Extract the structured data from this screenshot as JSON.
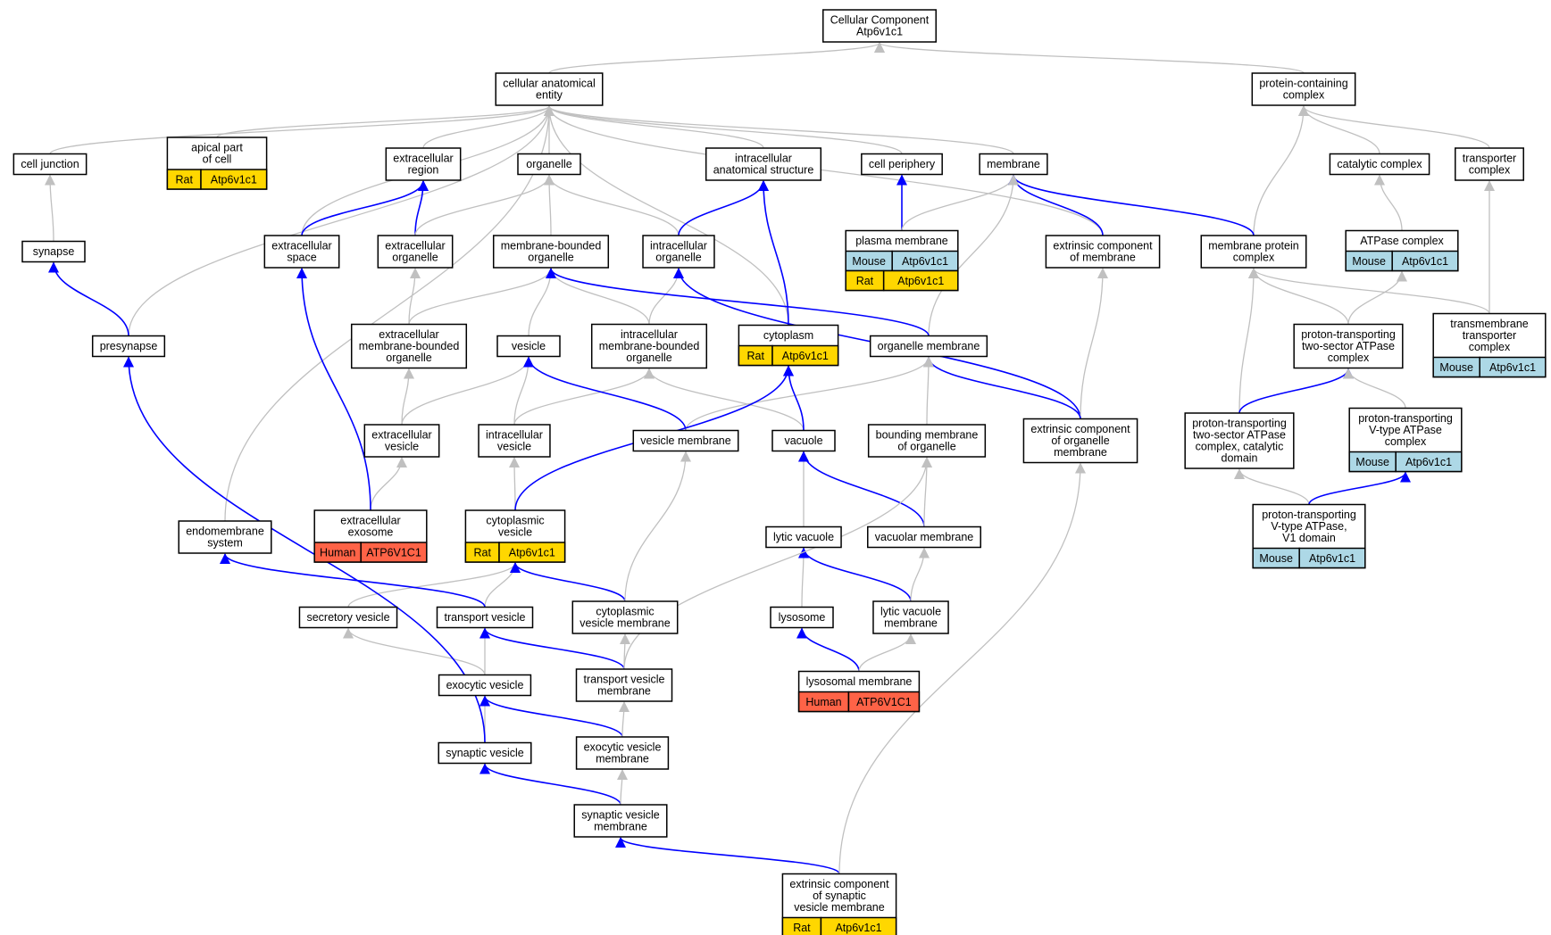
{
  "colors": {
    "is_a_edge": "#c0c0c0",
    "part_of_edge": "#0000ff",
    "Rat": "#ffd700",
    "Mouse": "#add8e6",
    "Human": "#ff6347"
  },
  "nodes": [
    {
      "id": "cc",
      "lines": [
        "Cellular Component",
        "Atp6v1c1"
      ]
    },
    {
      "id": "cae",
      "lines": [
        "cellular anatomical",
        "entity"
      ]
    },
    {
      "id": "pcc",
      "lines": [
        "protein-containing",
        "complex"
      ]
    },
    {
      "id": "cj",
      "lines": [
        "cell junction"
      ]
    },
    {
      "id": "apc",
      "lines": [
        "apical part",
        "of cell"
      ],
      "tags": [
        [
          "Rat",
          "Atp6v1c1"
        ]
      ]
    },
    {
      "id": "er",
      "lines": [
        "extracellular",
        "region"
      ]
    },
    {
      "id": "org",
      "lines": [
        "organelle"
      ]
    },
    {
      "id": "ias",
      "lines": [
        "intracellular",
        "anatomical structure"
      ]
    },
    {
      "id": "cp",
      "lines": [
        "cell periphery"
      ]
    },
    {
      "id": "mem",
      "lines": [
        "membrane"
      ]
    },
    {
      "id": "catc",
      "lines": [
        "catalytic complex"
      ]
    },
    {
      "id": "trc",
      "lines": [
        "transporter",
        "complex"
      ]
    },
    {
      "id": "syn",
      "lines": [
        "synapse"
      ]
    },
    {
      "id": "es",
      "lines": [
        "extracellular",
        "space"
      ]
    },
    {
      "id": "eo",
      "lines": [
        "extracellular",
        "organelle"
      ]
    },
    {
      "id": "mbo",
      "lines": [
        "membrane-bounded",
        "organelle"
      ]
    },
    {
      "id": "io",
      "lines": [
        "intracellular",
        "organelle"
      ]
    },
    {
      "id": "pm",
      "lines": [
        "plasma membrane"
      ],
      "tags": [
        [
          "Mouse",
          "Atp6v1c1"
        ],
        [
          "Rat",
          "Atp6v1c1"
        ]
      ]
    },
    {
      "id": "ecm",
      "lines": [
        "extrinsic component",
        "of membrane"
      ]
    },
    {
      "id": "mpc",
      "lines": [
        "membrane protein",
        "complex"
      ]
    },
    {
      "id": "atpc",
      "lines": [
        "ATPase complex"
      ],
      "tags": [
        [
          "Mouse",
          "Atp6v1c1"
        ]
      ]
    },
    {
      "id": "pre",
      "lines": [
        "presynapse"
      ]
    },
    {
      "id": "embo",
      "lines": [
        "extracellular",
        "membrane-bounded",
        "organelle"
      ]
    },
    {
      "id": "ves",
      "lines": [
        "vesicle"
      ]
    },
    {
      "id": "imbo",
      "lines": [
        "intracellular",
        "membrane-bounded",
        "organelle"
      ]
    },
    {
      "id": "cyt",
      "lines": [
        "cytoplasm"
      ],
      "tags": [
        [
          "Rat",
          "Atp6v1c1"
        ]
      ]
    },
    {
      "id": "om",
      "lines": [
        "organelle membrane"
      ]
    },
    {
      "id": "pt2s",
      "lines": [
        "proton-transporting",
        "two-sector ATPase",
        "complex"
      ]
    },
    {
      "id": "tmtc",
      "lines": [
        "transmembrane",
        "transporter",
        "complex"
      ],
      "tags": [
        [
          "Mouse",
          "Atp6v1c1"
        ]
      ]
    },
    {
      "id": "ev",
      "lines": [
        "extracellular",
        "vesicle"
      ]
    },
    {
      "id": "iv",
      "lines": [
        "intracellular",
        "vesicle"
      ]
    },
    {
      "id": "vm",
      "lines": [
        "vesicle membrane"
      ]
    },
    {
      "id": "vac",
      "lines": [
        "vacuole"
      ]
    },
    {
      "id": "bmo",
      "lines": [
        "bounding membrane",
        "of organelle"
      ]
    },
    {
      "id": "ecom",
      "lines": [
        "extrinsic component",
        "of organelle",
        "membrane"
      ]
    },
    {
      "id": "pt2scd",
      "lines": [
        "proton-transporting",
        "two-sector ATPase",
        "complex, catalytic",
        "domain"
      ]
    },
    {
      "id": "ptvc",
      "lines": [
        "proton-transporting",
        "V-type ATPase",
        "complex"
      ],
      "tags": [
        [
          "Mouse",
          "Atp6v1c1"
        ]
      ]
    },
    {
      "id": "exo",
      "lines": [
        "extracellular",
        "exosome"
      ],
      "tags": [
        [
          "Human",
          "ATP6V1C1"
        ]
      ]
    },
    {
      "id": "cv",
      "lines": [
        "cytoplasmic",
        "vesicle"
      ],
      "tags": [
        [
          "Rat",
          "Atp6v1c1"
        ]
      ]
    },
    {
      "id": "ems",
      "lines": [
        "endomembrane",
        "system"
      ]
    },
    {
      "id": "lv",
      "lines": [
        "lytic vacuole"
      ]
    },
    {
      "id": "vacm",
      "lines": [
        "vacuolar membrane"
      ]
    },
    {
      "id": "ptv1",
      "lines": [
        "proton-transporting",
        "V-type ATPase,",
        "V1 domain"
      ],
      "tags": [
        [
          "Mouse",
          "Atp6v1c1"
        ]
      ]
    },
    {
      "id": "sv",
      "lines": [
        "secretory vesicle"
      ]
    },
    {
      "id": "tv",
      "lines": [
        "transport vesicle"
      ]
    },
    {
      "id": "cvm",
      "lines": [
        "cytoplasmic",
        "vesicle membrane"
      ]
    },
    {
      "id": "lys",
      "lines": [
        "lysosome"
      ]
    },
    {
      "id": "lvm",
      "lines": [
        "lytic vacuole",
        "membrane"
      ]
    },
    {
      "id": "exv",
      "lines": [
        "exocytic vesicle"
      ]
    },
    {
      "id": "tvm",
      "lines": [
        "transport vesicle",
        "membrane"
      ]
    },
    {
      "id": "lysm",
      "lines": [
        "lysosomal membrane"
      ],
      "tags": [
        [
          "Human",
          "ATP6V1C1"
        ]
      ]
    },
    {
      "id": "synv",
      "lines": [
        "synaptic vesicle"
      ]
    },
    {
      "id": "exvm",
      "lines": [
        "exocytic vesicle",
        "membrane"
      ]
    },
    {
      "id": "synvm",
      "lines": [
        "synaptic vesicle",
        "membrane"
      ]
    },
    {
      "id": "ecsvm",
      "lines": [
        "extrinsic component",
        "of synaptic",
        "vesicle membrane"
      ],
      "tags": [
        [
          "Rat",
          "Atp6v1c1"
        ]
      ]
    }
  ],
  "edges": [
    [
      "cae",
      "cc",
      "is_a"
    ],
    [
      "pcc",
      "cc",
      "is_a"
    ],
    [
      "cj",
      "cae",
      "is_a"
    ],
    [
      "apc",
      "cae",
      "is_a"
    ],
    [
      "er",
      "cae",
      "is_a"
    ],
    [
      "org",
      "cae",
      "is_a"
    ],
    [
      "ias",
      "cae",
      "is_a"
    ],
    [
      "cp",
      "cae",
      "is_a"
    ],
    [
      "mem",
      "cae",
      "is_a"
    ],
    [
      "es",
      "cae",
      "is_a"
    ],
    [
      "pre",
      "cae",
      "is_a"
    ],
    [
      "ems",
      "cae",
      "is_a"
    ],
    [
      "cyt",
      "cae",
      "is_a"
    ],
    [
      "ecm",
      "cae",
      "is_a"
    ],
    [
      "catc",
      "pcc",
      "is_a"
    ],
    [
      "trc",
      "pcc",
      "is_a"
    ],
    [
      "mpc",
      "pcc",
      "is_a"
    ],
    [
      "syn",
      "cj",
      "is_a"
    ],
    [
      "pre",
      "syn",
      "part_of"
    ],
    [
      "es",
      "er",
      "part_of"
    ],
    [
      "eo",
      "er",
      "part_of"
    ],
    [
      "eo",
      "org",
      "is_a"
    ],
    [
      "mbo",
      "org",
      "is_a"
    ],
    [
      "io",
      "org",
      "is_a"
    ],
    [
      "io",
      "ias",
      "part_of"
    ],
    [
      "cyt",
      "ias",
      "part_of"
    ],
    [
      "pm",
      "cp",
      "part_of"
    ],
    [
      "pm",
      "mem",
      "is_a"
    ],
    [
      "ecm",
      "mem",
      "part_of"
    ],
    [
      "mpc",
      "mem",
      "part_of"
    ],
    [
      "om",
      "mem",
      "is_a"
    ],
    [
      "atpc",
      "catc",
      "is_a"
    ],
    [
      "tmtc",
      "trc",
      "is_a"
    ],
    [
      "tmtc",
      "mpc",
      "is_a"
    ],
    [
      "pt2s",
      "mpc",
      "is_a"
    ],
    [
      "pt2s",
      "atpc",
      "is_a"
    ],
    [
      "pt2scd",
      "mpc",
      "is_a"
    ],
    [
      "pt2scd",
      "pt2s",
      "part_of"
    ],
    [
      "ptvc",
      "pt2s",
      "is_a"
    ],
    [
      "ptv1",
      "pt2scd",
      "is_a"
    ],
    [
      "ptv1",
      "ptvc",
      "part_of"
    ],
    [
      "embo",
      "eo",
      "is_a"
    ],
    [
      "embo",
      "mbo",
      "is_a"
    ],
    [
      "ves",
      "mbo",
      "is_a"
    ],
    [
      "imbo",
      "mbo",
      "is_a"
    ],
    [
      "imbo",
      "io",
      "is_a"
    ],
    [
      "om",
      "mbo",
      "part_of"
    ],
    [
      "ecom",
      "io",
      "part_of"
    ],
    [
      "ecom",
      "ecm",
      "is_a"
    ],
    [
      "ecom",
      "om",
      "part_of"
    ],
    [
      "ev",
      "embo",
      "is_a"
    ],
    [
      "ev",
      "ves",
      "is_a"
    ],
    [
      "iv",
      "ves",
      "is_a"
    ],
    [
      "iv",
      "imbo",
      "is_a"
    ],
    [
      "vm",
      "ves",
      "part_of"
    ],
    [
      "vm",
      "om",
      "is_a"
    ],
    [
      "vac",
      "imbo",
      "is_a"
    ],
    [
      "vac",
      "cyt",
      "part_of"
    ],
    [
      "bmo",
      "om",
      "is_a"
    ],
    [
      "exo",
      "ev",
      "is_a"
    ],
    [
      "exo",
      "es",
      "part_of"
    ],
    [
      "cv",
      "iv",
      "is_a"
    ],
    [
      "cv",
      "cyt",
      "part_of"
    ],
    [
      "lv",
      "vac",
      "is_a"
    ],
    [
      "vacm",
      "vac",
      "part_of"
    ],
    [
      "vacm",
      "bmo",
      "is_a"
    ],
    [
      "sv",
      "cv",
      "is_a"
    ],
    [
      "tv",
      "cv",
      "is_a"
    ],
    [
      "tv",
      "ems",
      "part_of"
    ],
    [
      "cvm",
      "cv",
      "part_of"
    ],
    [
      "cvm",
      "vm",
      "is_a"
    ],
    [
      "lys",
      "lv",
      "is_a"
    ],
    [
      "lvm",
      "lv",
      "part_of"
    ],
    [
      "lvm",
      "vacm",
      "is_a"
    ],
    [
      "exv",
      "sv",
      "is_a"
    ],
    [
      "exv",
      "tv",
      "is_a"
    ],
    [
      "tvm",
      "tv",
      "part_of"
    ],
    [
      "tvm",
      "cvm",
      "is_a"
    ],
    [
      "tvm",
      "bmo",
      "is_a"
    ],
    [
      "lysm",
      "lys",
      "part_of"
    ],
    [
      "lysm",
      "lvm",
      "is_a"
    ],
    [
      "synv",
      "exv",
      "is_a"
    ],
    [
      "synv",
      "pre",
      "part_of"
    ],
    [
      "exvm",
      "exv",
      "part_of"
    ],
    [
      "exvm",
      "tvm",
      "is_a"
    ],
    [
      "synvm",
      "synv",
      "part_of"
    ],
    [
      "synvm",
      "exvm",
      "is_a"
    ],
    [
      "ecsvm",
      "synvm",
      "part_of"
    ],
    [
      "ecsvm",
      "ecom",
      "is_a"
    ]
  ]
}
